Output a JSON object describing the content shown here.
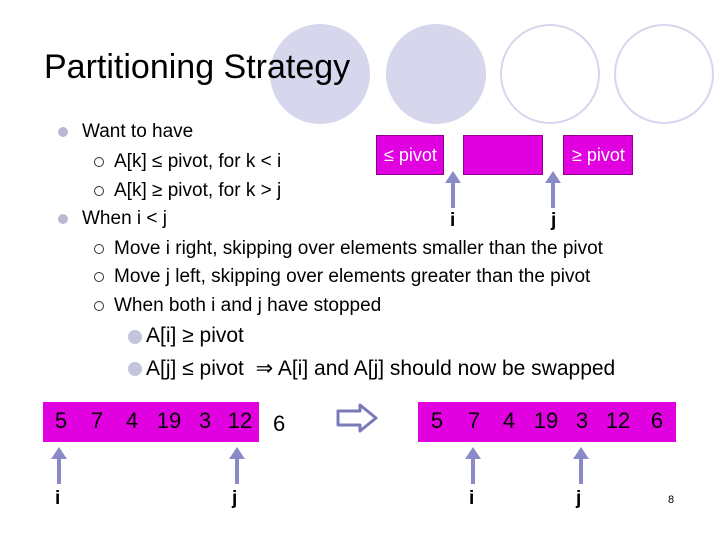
{
  "slide": {
    "title": "Partitioning Strategy",
    "bullets": {
      "b1": "Want to have",
      "b1_sub1": "A[k] ≤ pivot, for k < i",
      "b1_sub2": "A[k] ≥ pivot, for k > j",
      "b2": "When i < j",
      "b2_sub1": "Move i right, skipping over elements smaller than the pivot",
      "b2_sub2": "Move j left, skipping over elements greater than the pivot",
      "b2_sub3": "When both i and j have stopped",
      "b3_1": "A[i] ≥ pivot",
      "b3_2": "A[j] ≤ pivot  ⇒ A[i] and A[j] should now be swapped"
    },
    "diagram": {
      "left_label": "≤ pivot",
      "right_label": "≥ pivot",
      "i_label": "i",
      "j_label": "j"
    },
    "array_before": {
      "values": [
        "5",
        "7",
        "4",
        "19",
        "3",
        "12",
        "6"
      ],
      "i_label": "i",
      "j_label": "j"
    },
    "array_after": {
      "values": [
        "5",
        "7",
        "4",
        "19",
        "3",
        "12",
        "6"
      ],
      "i_label": "i",
      "j_label": "j"
    },
    "slide_number": "8",
    "colors": {
      "accent": "#e000e0",
      "arrow": "#8a8ac8",
      "decor_circle": "#d6d6ec"
    }
  }
}
